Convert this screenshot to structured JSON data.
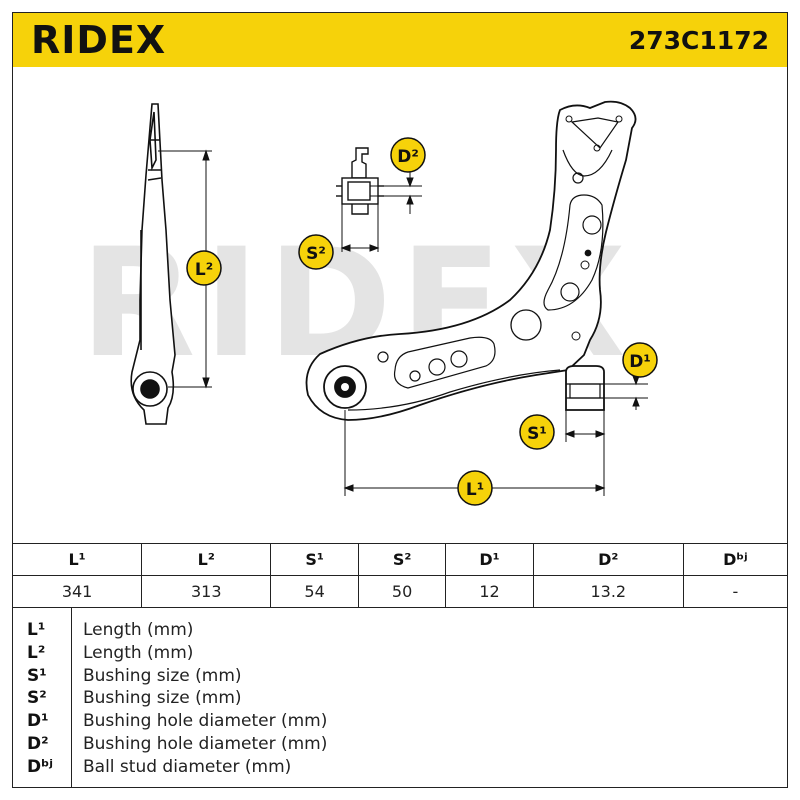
{
  "header": {
    "brand": "RIDEX",
    "part_number": "273C1172",
    "brand_color": "#f6d20a"
  },
  "drawing": {
    "watermark": "RIDEX",
    "labels": {
      "L1": "L¹",
      "L2": "L²",
      "S1": "S¹",
      "S2": "S²",
      "D1": "D¹",
      "D2": "D²"
    }
  },
  "table": {
    "headers": [
      "L¹",
      "L²",
      "S¹",
      "S²",
      "D¹",
      "D²",
      "Dᵇʲ"
    ],
    "values": [
      "341",
      "313",
      "54",
      "50",
      "12",
      "13.2",
      "-"
    ]
  },
  "legend": [
    {
      "key": "L¹",
      "desc": "Length (mm)"
    },
    {
      "key": "L²",
      "desc": "Length (mm)"
    },
    {
      "key": "S¹",
      "desc": "Bushing size (mm)"
    },
    {
      "key": "S²",
      "desc": "Bushing size (mm)"
    },
    {
      "key": "D¹",
      "desc": "Bushing hole diameter (mm)"
    },
    {
      "key": "D²",
      "desc": "Bushing hole diameter (mm)"
    },
    {
      "key": "Dᵇʲ",
      "desc": "Ball stud diameter (mm)"
    }
  ]
}
